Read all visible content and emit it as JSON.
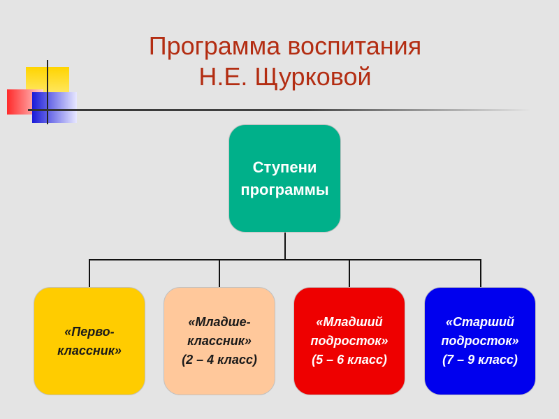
{
  "title": "Программа воспитания\nН.Е. Щурковой",
  "colors": {
    "title": "#b32d12",
    "root": "#00b08a",
    "leaf_yellow": "#ffcc00",
    "leaf_peach": "#ffc89b",
    "leaf_red": "#ee0000",
    "leaf_blue": "#0000ee"
  },
  "root": {
    "label": "Ступени\nпрограммы"
  },
  "stages": [
    {
      "label": "«Перво-\nклассник»"
    },
    {
      "label": "«Младше-\nклассник»\n(2 – 4 класс)"
    },
    {
      "label": "«Младший\nподросток»\n(5 – 6 класс)"
    },
    {
      "label": "«Старший\nподросток»\n(7 – 9 класс)"
    }
  ]
}
